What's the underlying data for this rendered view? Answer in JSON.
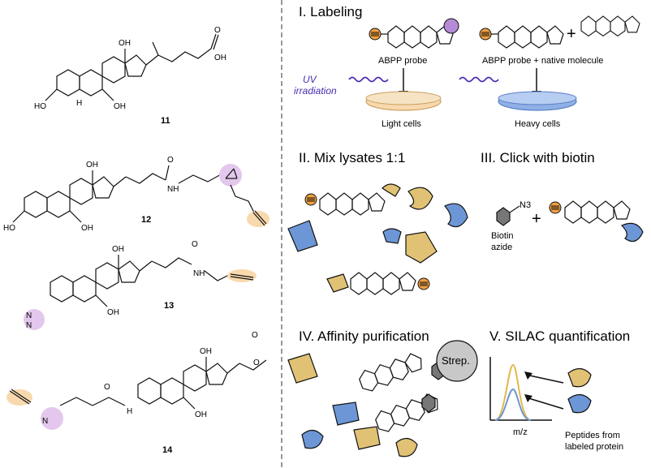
{
  "sections": {
    "labeling": "I. Labeling",
    "mix": "II. Mix lysates 1:1",
    "click": "III. Click with biotin",
    "affinity": "IV. Affinity purification",
    "silac": "V. SILAC quantification"
  },
  "labeling": {
    "probe_label": "ABPP probe",
    "probe_native_label": "ABPP probe + native molecule",
    "plus": "+",
    "uv_line1": "UV",
    "uv_line2": "irradiation",
    "light_cells": "Light cells",
    "heavy_cells": "Heavy cells"
  },
  "click": {
    "biotin_line1": "Biotin",
    "biotin_line2": "azide",
    "n3": "N3",
    "plus": "+"
  },
  "affinity": {
    "strep": "Strep."
  },
  "silac": {
    "xlabel": "m/z",
    "caption_line1": "Peptides from",
    "caption_line2": "labeled protein"
  },
  "compounds": {
    "c11": "11",
    "c12": "12",
    "c13": "13",
    "c14": "14"
  },
  "atoms": {
    "oh": "OH",
    "ho": "HO",
    "h": "H",
    "o": "O",
    "nh": "NH",
    "n": "N"
  },
  "colors": {
    "orange": "#f0a040",
    "orange_light": "#f8d9ae",
    "purple_light": "#e3c7ec",
    "purple": "#b58ad6",
    "protein_tan": "#e1c275",
    "protein_blue": "#6d96d6",
    "dash": "#555555",
    "uv_wave": "#4b2bb0"
  }
}
